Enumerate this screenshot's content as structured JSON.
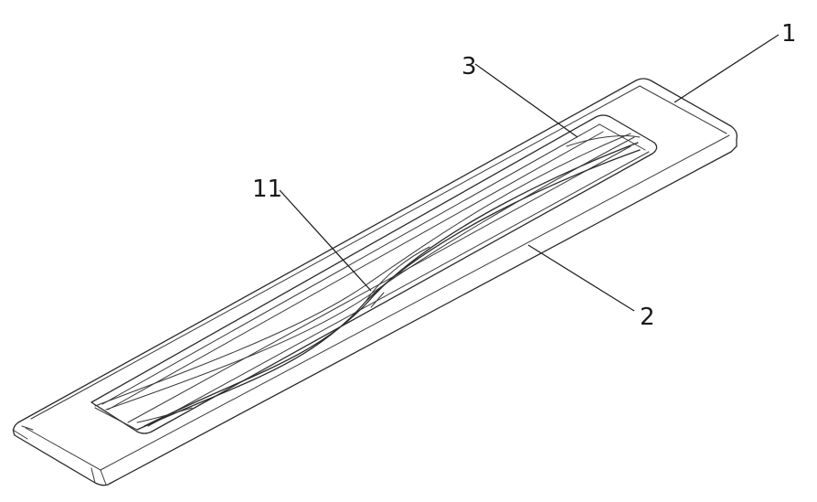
{
  "callouts": {
    "part_1": "1",
    "part_2": "2",
    "part_3": "3",
    "part_11": "11"
  },
  "colors": {
    "line": "#2b2b2b",
    "background": "#ffffff"
  }
}
